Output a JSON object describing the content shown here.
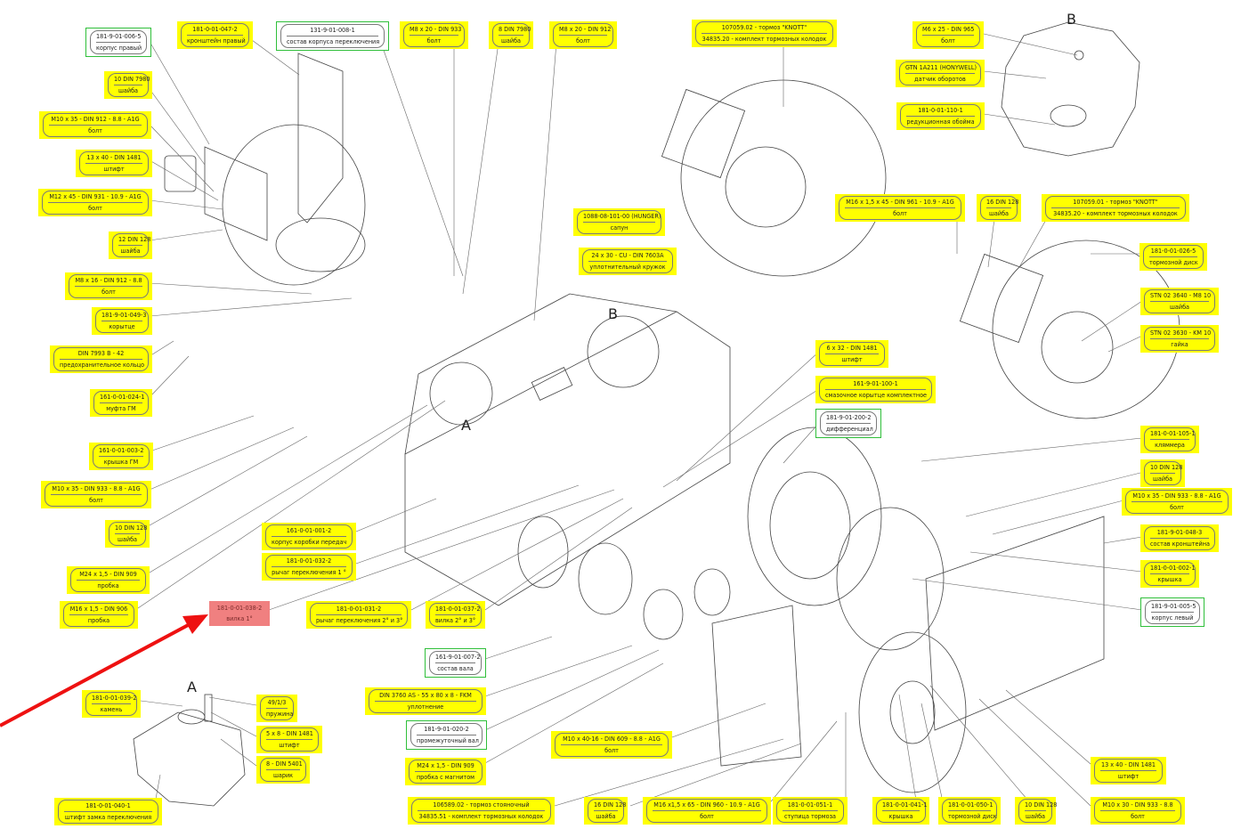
{
  "title": "Exploded assembly drawing – gearbox with brakes",
  "detail_views": [
    "A",
    "B"
  ],
  "highlight": {
    "color": "#ff0000",
    "label_index": 31
  },
  "callouts": [
    {
      "id": "c0",
      "part": "181-9-01-006-5",
      "name": "корпус правый",
      "style": "green"
    },
    {
      "id": "c1",
      "part": "181-0-01-047-2",
      "name": "кронштейн правый",
      "style": "yellow"
    },
    {
      "id": "c2",
      "part": "131-9-01-008-1",
      "name": "состав корпуса переключения",
      "style": "green"
    },
    {
      "id": "c3",
      "part": "M8 x 20 - DIN 933",
      "name": "болт",
      "style": "yellow"
    },
    {
      "id": "c4",
      "part": "8 DIN 7980",
      "name": "шайба",
      "style": "yellow"
    },
    {
      "id": "c5",
      "part": "M8 x 20 - DIN 912",
      "name": "болт",
      "style": "yellow"
    },
    {
      "id": "c6",
      "part": "107059.02 - тормоз \"KNOTT\"",
      "name": "34835.20 - комплект тормозных колодок",
      "style": "yellow"
    },
    {
      "id": "c7",
      "part": "M6 x 25 - DIN 965",
      "name": "болт",
      "style": "yellow"
    },
    {
      "id": "c8",
      "part": "GTN 1A211 (HONYWELL)",
      "name": "датчик оборотов",
      "style": "yellow"
    },
    {
      "id": "c9",
      "part": "181-0-01-110-1",
      "name": "редукционная обойма",
      "style": "yellow"
    },
    {
      "id": "c10",
      "part": "10 DIN 7980",
      "name": "шайба",
      "style": "yellow"
    },
    {
      "id": "c11",
      "part": "M10 x 35 - DIN 912 - 8.8 - A1G",
      "name": "болт",
      "style": "yellow"
    },
    {
      "id": "c12",
      "part": "13 x 40 - DIN 1481",
      "name": "штифт",
      "style": "yellow"
    },
    {
      "id": "c13",
      "part": "M12 x 45 - DIN 931 - 10.9 - A1G",
      "name": "болт",
      "style": "yellow"
    },
    {
      "id": "c14",
      "part": "12 DIN 128",
      "name": "шайба",
      "style": "yellow"
    },
    {
      "id": "c15",
      "part": "M8 x 16 - DIN 912 - 8.8",
      "name": "болт",
      "style": "yellow"
    },
    {
      "id": "c16",
      "part": "181-9-01-049-3",
      "name": "корытце",
      "style": "yellow"
    },
    {
      "id": "c17",
      "part": "DIN 7993 B - 42",
      "name": "предохранительное кольцо",
      "style": "yellow"
    },
    {
      "id": "c18",
      "part": "161-0-01-024-1",
      "name": "муфта ГМ",
      "style": "yellow"
    },
    {
      "id": "c19",
      "part": "161-0-01-003-2",
      "name": "крышка ГМ",
      "style": "yellow"
    },
    {
      "id": "c20",
      "part": "M10 x 35 - DIN 933 - 8.8 - A1G",
      "name": "болт",
      "style": "yellow"
    },
    {
      "id": "c21",
      "part": "10 DIN 128",
      "name": "шайба",
      "style": "yellow"
    },
    {
      "id": "c22",
      "part": "M24 x 1,5 - DIN 909",
      "name": "пробка",
      "style": "yellow"
    },
    {
      "id": "c23",
      "part": "M16 x 1,5 - DIN 906",
      "name": "пробка",
      "style": "yellow"
    },
    {
      "id": "c24",
      "part": "1088-08-101-00 (HUNGER)",
      "name": "сапун",
      "style": "yellow"
    },
    {
      "id": "c25",
      "part": "24 x 30 - CU - DIN 7603A",
      "name": "уплотнительный кружок",
      "style": "yellow"
    },
    {
      "id": "c26",
      "part": "161-0-01-001-2",
      "name": "корпус коробки передач",
      "style": "yellow"
    },
    {
      "id": "c27",
      "part": "181-0-01-032-2",
      "name": "рычаг переключения 1 °",
      "style": "yellow"
    },
    {
      "id": "c28",
      "part": "181-0-01-031-2",
      "name": "рычаг переключения 2° и 3°",
      "style": "yellow"
    },
    {
      "id": "c29",
      "part": "181-0-01-037-2",
      "name": "вилка 2° и 3°",
      "style": "yellow"
    },
    {
      "id": "c30",
      "part": "6 x 32 - DIN 1481",
      "name": "штифт",
      "style": "yellow"
    },
    {
      "id": "c31",
      "part": "181-0-01-038-2",
      "name": "вилка 1°",
      "style": "red"
    },
    {
      "id": "c32",
      "part": "161-9-01-100-1",
      "name": "смазочное корытце комплектное",
      "style": "yellow"
    },
    {
      "id": "c33",
      "part": "181-9-01-200-2",
      "name": "дифференциал",
      "style": "green"
    },
    {
      "id": "c34",
      "part": "M16 x 1,5 x 45 - DIN 961 - 10.9 - A1G",
      "name": "болт",
      "style": "yellow"
    },
    {
      "id": "c35",
      "part": "16 DIN 128",
      "name": "шайба",
      "style": "yellow"
    },
    {
      "id": "c36",
      "part": "107059.01 - тормоз \"KNOTT\"",
      "name": "34835.20 - комплект тормозных колодок",
      "style": "yellow"
    },
    {
      "id": "c37",
      "part": "181-0-01-026-5",
      "name": "тормозной диск",
      "style": "yellow"
    },
    {
      "id": "c38",
      "part": "STN 02 3640 - M8 10",
      "name": "шайба",
      "style": "yellow"
    },
    {
      "id": "c39",
      "part": "STN 02 3630 - KM 10",
      "name": "гайка",
      "style": "yellow"
    },
    {
      "id": "c40",
      "part": "181-0-01-105-1",
      "name": "кляммера",
      "style": "yellow"
    },
    {
      "id": "c41",
      "part": "10 DIN 128",
      "name": "шайба",
      "style": "yellow"
    },
    {
      "id": "c42",
      "part": "M10 x 35 - DIN 933 - 8.8 - A1G",
      "name": "болт",
      "style": "yellow"
    },
    {
      "id": "c43",
      "part": "181-9-01-048-3",
      "name": "состав кронштейна",
      "style": "yellow"
    },
    {
      "id": "c44",
      "part": "181-0-01-002-1",
      "name": "крышка",
      "style": "yellow"
    },
    {
      "id": "c45",
      "part": "181-9-01-005-5",
      "name": "корпус левый",
      "style": "green"
    },
    {
      "id": "c46",
      "part": "161-9-01-007-2",
      "name": "состав вала",
      "style": "green"
    },
    {
      "id": "c47",
      "part": "DIN 3760 AS - 55 x 80 x 8 - FKM",
      "name": "уплотнение",
      "style": "yellow"
    },
    {
      "id": "c48",
      "part": "181-9-01-020-2",
      "name": "промежуточный вал",
      "style": "green"
    },
    {
      "id": "c49",
      "part": "M24 x 1,5 - DIN 909",
      "name": "пробка с магнитом",
      "style": "yellow"
    },
    {
      "id": "c50",
      "part": "M10 x 40-16 - DIN 609 - 8.8 - A1G",
      "name": "болт",
      "style": "yellow"
    },
    {
      "id": "c51",
      "part": "106589.02 - тормоз стояночный",
      "name": "34835.51 - комплект тормозных колодок",
      "style": "yellow"
    },
    {
      "id": "c52",
      "part": "16 DIN 128",
      "name": "шайба",
      "style": "yellow"
    },
    {
      "id": "c53",
      "part": "M16 x1,5 x 65 - DIN 960 - 10.9 - A1G",
      "name": "болт",
      "style": "yellow"
    },
    {
      "id": "c54",
      "part": "181-0-01-051-1",
      "name": "ступица тормоза",
      "style": "yellow"
    },
    {
      "id": "c55",
      "part": "181-0-01-041-1",
      "name": "крышка",
      "style": "yellow"
    },
    {
      "id": "c56",
      "part": "181-0-01-050-1",
      "name": "тормозной диск",
      "style": "yellow"
    },
    {
      "id": "c57",
      "part": "10 DIN 128",
      "name": "шайба",
      "style": "yellow"
    },
    {
      "id": "c58",
      "part": "M10 x 30 - DIN 933 - 8.8",
      "name": "болт",
      "style": "yellow"
    },
    {
      "id": "c59",
      "part": "13 x 40 - DIN 1481",
      "name": "штифт",
      "style": "yellow"
    },
    {
      "id": "c60",
      "part": "181-0-01-039-2",
      "name": "камень",
      "style": "yellow"
    },
    {
      "id": "c61",
      "part": "49/1/3",
      "name": "пружина",
      "style": "yellow"
    },
    {
      "id": "c62",
      "part": "5 x 8 - DIN 1481",
      "name": "штифт",
      "style": "yellow"
    },
    {
      "id": "c63",
      "part": "8 - DIN 5401",
      "name": "шарик",
      "style": "yellow"
    },
    {
      "id": "c64",
      "part": "181-0-01-040-1",
      "name": "штифт замка переключения",
      "style": "yellow"
    }
  ]
}
